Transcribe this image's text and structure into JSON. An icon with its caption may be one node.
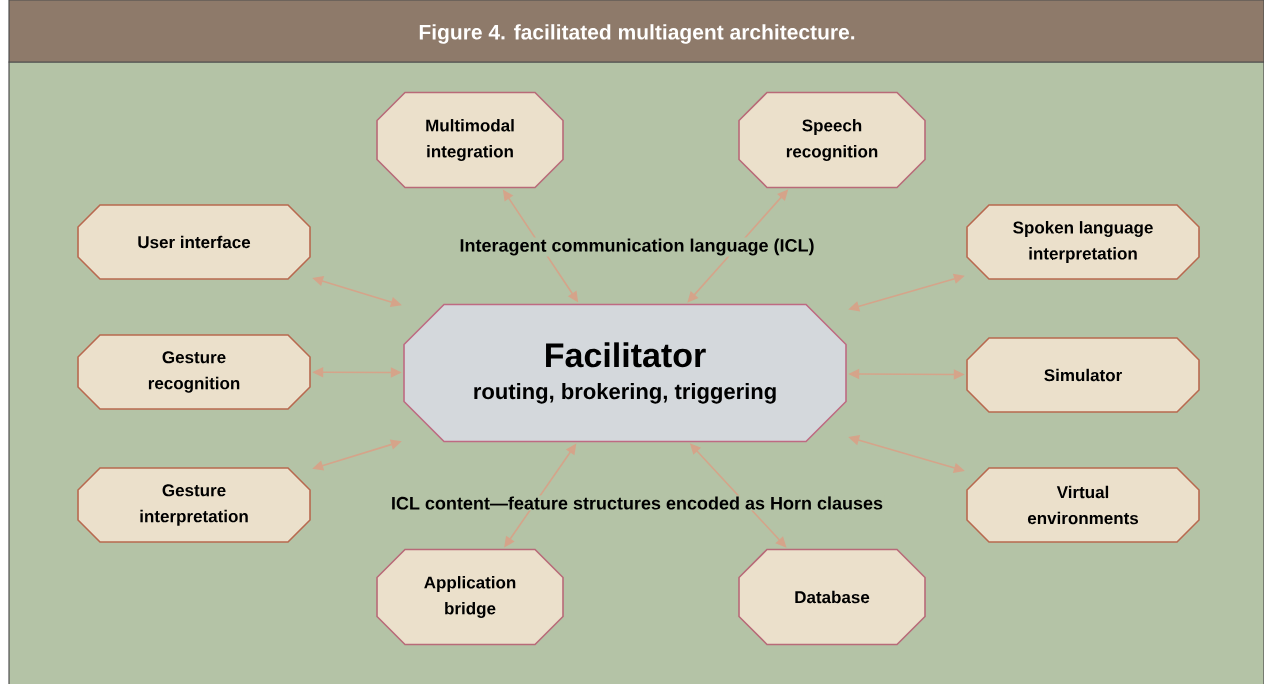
{
  "diagram": {
    "title": "Figure 4. facilitated multiagent architecture.",
    "nodes": [
      {
        "text": [
          "Facilitator",
          "routing, brokering, triggering"
        ]
      },
      {
        "text": [
          "Multimodal integration"
        ]
      },
      {
        "text": [
          "Speech recognition"
        ]
      },
      {
        "text": [
          "User interface"
        ]
      },
      {
        "text": [
          "Spoken language interpretation"
        ]
      },
      {
        "text": [
          "Gesture recognition"
        ]
      },
      {
        "text": [
          "Simulator"
        ]
      },
      {
        "text": [
          "Gesture interpretation"
        ]
      },
      {
        "text": [
          "Virtual environments"
        ]
      },
      {
        "text": [
          "Application bridge"
        ]
      },
      {
        "text": [
          "Database"
        ]
      }
    ],
    "edges": [
      {
        "from": 0,
        "to": 1,
        "arrow": "both"
      },
      {
        "from": 0,
        "to": 2,
        "arrow": "both"
      },
      {
        "from": 0,
        "to": 3,
        "arrow": "both"
      },
      {
        "from": 0,
        "to": 4,
        "arrow": "both"
      },
      {
        "from": 0,
        "to": 5,
        "arrow": "both"
      },
      {
        "from": 0,
        "to": 6,
        "arrow": "both"
      },
      {
        "from": 0,
        "to": 7,
        "arrow": "both"
      },
      {
        "from": 0,
        "to": 8,
        "arrow": "both"
      },
      {
        "from": 0,
        "to": 9,
        "arrow": "both"
      },
      {
        "from": 0,
        "to": 10,
        "arrow": "both"
      }
    ],
    "labels": [
      "Interagent communication language (ICL)",
      "ICL content—feature structures encoded as Horn clauses"
    ]
  }
}
